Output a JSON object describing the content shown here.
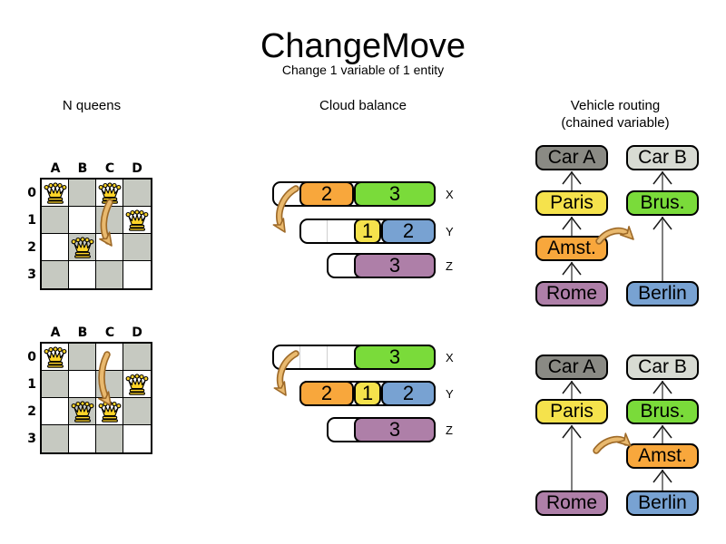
{
  "title": "ChangeMove",
  "subtitle": "Change 1 variable of 1 entity",
  "sections": {
    "nqueens": {
      "title": "N queens",
      "columns": [
        "A",
        "B",
        "C",
        "D"
      ],
      "rows": [
        "0",
        "1",
        "2",
        "3"
      ],
      "boards": [
        {
          "id": "before",
          "queens": [
            {
              "col": "A",
              "row": "0"
            },
            {
              "col": "C",
              "row": "0"
            },
            {
              "col": "D",
              "row": "1"
            },
            {
              "col": "B",
              "row": "2"
            }
          ],
          "move_arrow": {
            "from": "C0",
            "to": "C2"
          }
        },
        {
          "id": "after",
          "queens": [
            {
              "col": "A",
              "row": "0"
            },
            {
              "col": "D",
              "row": "1"
            },
            {
              "col": "B",
              "row": "2"
            },
            {
              "col": "C",
              "row": "2"
            }
          ],
          "move_arrow": {
            "from": "C0",
            "to": "C2"
          }
        }
      ]
    },
    "cloud": {
      "title": "Cloud balance",
      "groups": [
        {
          "id": "before",
          "rows": [
            {
              "label": "X",
              "capacity": 6,
              "free_units": 1,
              "blocks": [
                {
                  "value": "2",
                  "color": "orange"
                },
                {
                  "value": "3",
                  "color": "green"
                }
              ]
            },
            {
              "label": "Y",
              "capacity": 5,
              "free_units": 2,
              "blocks": [
                {
                  "value": "1",
                  "color": "yellow"
                },
                {
                  "value": "2",
                  "color": "blue"
                }
              ]
            },
            {
              "label": "Z",
              "capacity": 4,
              "free_units": 1,
              "blocks": [
                {
                  "value": "3",
                  "color": "purple"
                }
              ]
            }
          ],
          "move_arrow": {
            "moved_block": "2",
            "from_row": "X",
            "to_row": "Y"
          }
        },
        {
          "id": "after",
          "rows": [
            {
              "label": "X",
              "capacity": 6,
              "free_units": 3,
              "blocks": [
                {
                  "value": "3",
                  "color": "green"
                }
              ]
            },
            {
              "label": "Y",
              "capacity": 5,
              "free_units": 0,
              "blocks": [
                {
                  "value": "2",
                  "color": "orange"
                },
                {
                  "value": "1",
                  "color": "yellow"
                },
                {
                  "value": "2",
                  "color": "blue"
                }
              ]
            },
            {
              "label": "Z",
              "capacity": 4,
              "free_units": 1,
              "blocks": [
                {
                  "value": "3",
                  "color": "purple"
                }
              ]
            }
          ],
          "move_arrow": {
            "moved_block": "2",
            "from_row": "X",
            "to_row": "Y"
          }
        }
      ]
    },
    "vehicle": {
      "title": "Vehicle routing",
      "subtitle": "(chained variable)",
      "groups": [
        {
          "id": "before",
          "chains": [
            {
              "column": "left",
              "stops_bottom_up": [
                {
                  "label": "Rome",
                  "color": "purple",
                  "slot": 3
                },
                {
                  "label": "Amst.",
                  "color": "orange",
                  "slot": 2
                },
                {
                  "label": "Paris",
                  "color": "yellow",
                  "slot": 1
                },
                {
                  "label": "Car A",
                  "color": "car_a",
                  "slot": 0
                }
              ]
            },
            {
              "column": "right",
              "stops_bottom_up": [
                {
                  "label": "Berlin",
                  "color": "blue",
                  "slot": 3
                },
                {
                  "label": "Brus.",
                  "color": "green",
                  "slot": 1
                },
                {
                  "label": "Car B",
                  "color": "car_b",
                  "slot": 0
                }
              ]
            }
          ],
          "move_arrow": {
            "moved_stop": "Amst.",
            "from_chain": "Car A",
            "to_chain": "Car B"
          }
        },
        {
          "id": "after",
          "chains": [
            {
              "column": "left",
              "stops_bottom_up": [
                {
                  "label": "Rome",
                  "color": "purple",
                  "slot": 3
                },
                {
                  "label": "Paris",
                  "color": "yellow",
                  "slot": 1
                },
                {
                  "label": "Car A",
                  "color": "car_a",
                  "slot": 0
                }
              ]
            },
            {
              "column": "right",
              "stops_bottom_up": [
                {
                  "label": "Berlin",
                  "color": "blue",
                  "slot": 3
                },
                {
                  "label": "Amst.",
                  "color": "orange",
                  "slot": 2
                },
                {
                  "label": "Brus.",
                  "color": "green",
                  "slot": 1
                },
                {
                  "label": "Car B",
                  "color": "car_b",
                  "slot": 0
                }
              ]
            }
          ],
          "move_arrow": {
            "moved_stop": "Amst.",
            "from_chain": "Car A",
            "to_chain": "Car B"
          }
        }
      ]
    }
  },
  "colors": {
    "orange": "#f8a73c",
    "green": "#7adb3a",
    "yellow": "#f5e24c",
    "blue": "#78a2d2",
    "purple": "#ae7fa8",
    "car_a": "#8a8a84",
    "car_b": "#d8dbd3",
    "board_dark": "#c6c9c1",
    "board_light": "#ffffff",
    "queen_gold": "#ffd428",
    "move_arrow_fill": "#e9b96e",
    "move_arrow_outline": "#9e6a28",
    "chain_line": "#7f7f7f",
    "chevron": "#1a1a1a"
  }
}
